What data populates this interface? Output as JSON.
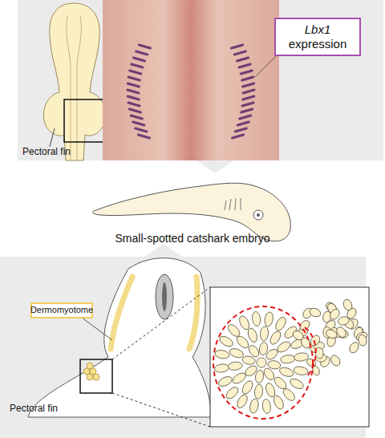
{
  "diagram": {
    "nodes": [
      {
        "text": [
          "Lbx1",
          "expression"
        ]
      },
      {
        "text": [
          "Dermomyotome"
        ]
      }
    ],
    "labels": [
      "Pectoral fin",
      "Small-spotted catshark embryo",
      "Pectoral fin"
    ]
  }
}
